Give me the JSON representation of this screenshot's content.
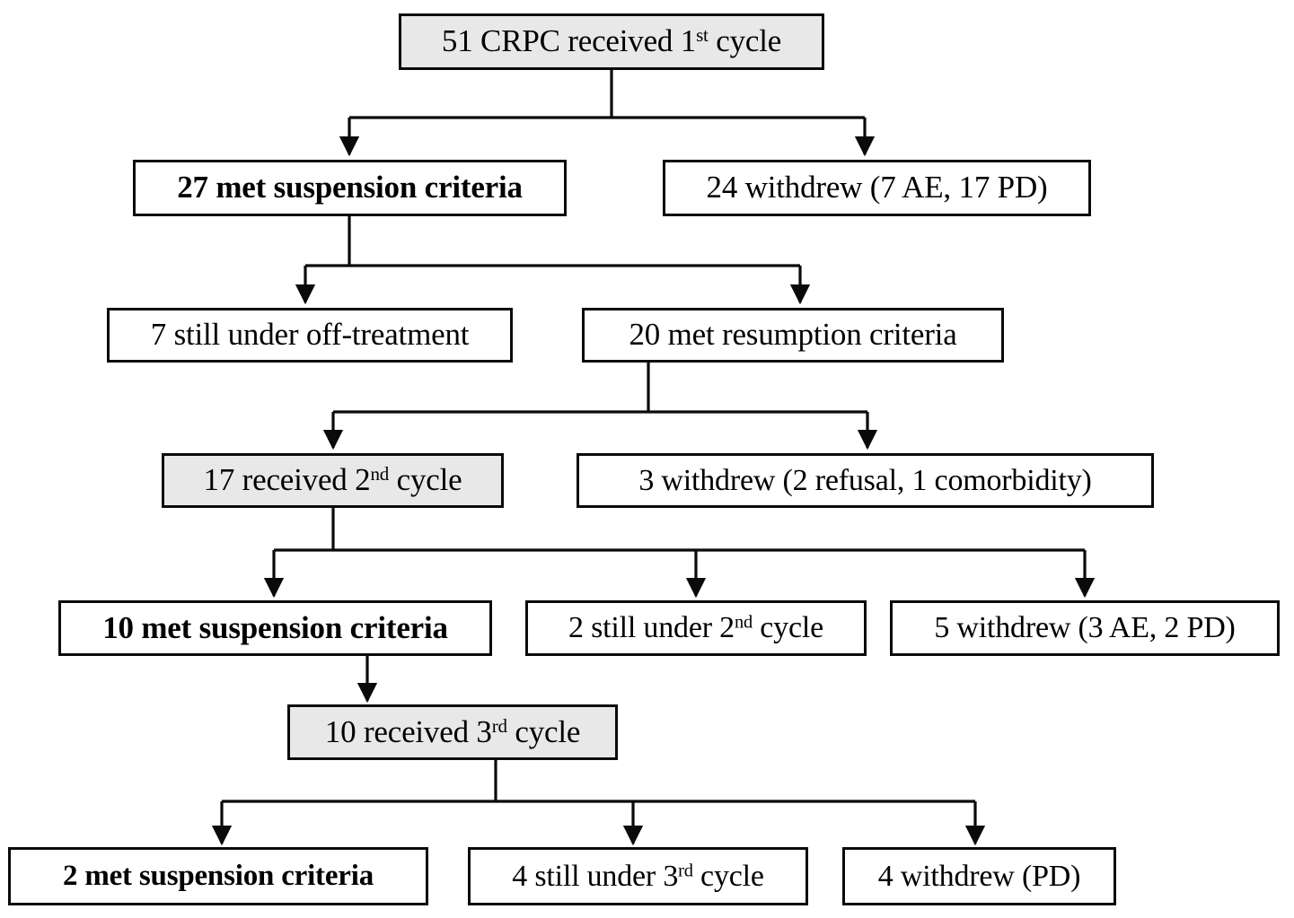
{
  "diagram": {
    "type": "flowchart",
    "title": "CRPC intermittent treatment cycle flow",
    "colors": {
      "line": "#0a0a0a",
      "box_fill_default": "#ffffff",
      "box_fill_shaded": "#e8e8e8",
      "text": "#000000"
    },
    "nodes": [
      {
        "id": "n1",
        "text_plain": "51 CRPC received 1st cycle",
        "count": 51,
        "prefix": "51 CRPC received 1",
        "sup": "st",
        "suffix": " cycle",
        "style": "shaded",
        "bold": false
      },
      {
        "id": "n2",
        "text_plain": "27 met suspension criteria",
        "count": 27,
        "prefix": "27 met suspension criteria",
        "sup": "",
        "suffix": "",
        "style": "plain",
        "bold": true
      },
      {
        "id": "n3",
        "text_plain": "24 withdrew (7 AE, 17 PD)",
        "count": 24,
        "prefix": "24 withdrew (7 AE, 17 PD)",
        "sup": "",
        "suffix": "",
        "style": "plain",
        "bold": false
      },
      {
        "id": "n4",
        "text_plain": "7 still under off-treatment",
        "count": 7,
        "prefix": "7 still under off-treatment",
        "sup": "",
        "suffix": "",
        "style": "plain",
        "bold": false
      },
      {
        "id": "n5",
        "text_plain": "20 met resumption criteria",
        "count": 20,
        "prefix": "20 met resumption criteria",
        "sup": "",
        "suffix": "",
        "style": "plain",
        "bold": false
      },
      {
        "id": "n6",
        "text_plain": "17 received 2nd cycle",
        "count": 17,
        "prefix": "17 received 2",
        "sup": "nd",
        "suffix": " cycle",
        "style": "shaded",
        "bold": false
      },
      {
        "id": "n7",
        "text_plain": "3 withdrew (2 refusal, 1 comorbidity)",
        "count": 3,
        "prefix": "3 withdrew (2 refusal, 1 comorbidity)",
        "sup": "",
        "suffix": "",
        "style": "plain",
        "bold": false
      },
      {
        "id": "n8",
        "text_plain": "10 met suspension criteria",
        "count": 10,
        "prefix": "10 met suspension criteria",
        "sup": "",
        "suffix": "",
        "style": "plain",
        "bold": true
      },
      {
        "id": "n9",
        "text_plain": "2 still under 2nd cycle",
        "count": 2,
        "prefix": "2 still under 2",
        "sup": "nd",
        "suffix": " cycle",
        "style": "plain",
        "bold": false
      },
      {
        "id": "n10",
        "text_plain": "5 withdrew (3 AE, 2 PD)",
        "count": 5,
        "prefix": "5 withdrew (3 AE, 2 PD)",
        "sup": "",
        "suffix": "",
        "style": "plain",
        "bold": false
      },
      {
        "id": "n11",
        "text_plain": "10 received 3rd cycle",
        "count": 10,
        "prefix": "10 received 3",
        "sup": "rd",
        "suffix": " cycle",
        "style": "shaded",
        "bold": false
      },
      {
        "id": "n12",
        "text_plain": "2 met suspension criteria",
        "count": 2,
        "prefix": "2 met suspension criteria",
        "sup": "",
        "suffix": "",
        "style": "plain",
        "bold": true
      },
      {
        "id": "n13",
        "text_plain": "4 still under 3rd cycle",
        "count": 4,
        "prefix": "4 still under 3",
        "sup": "rd",
        "suffix": " cycle",
        "style": "plain",
        "bold": false
      },
      {
        "id": "n14",
        "text_plain": "4 withdrew (PD)",
        "count": 4,
        "prefix": "4 withdrew (PD)",
        "sup": "",
        "suffix": "",
        "style": "plain",
        "bold": false
      }
    ],
    "edges": [
      {
        "from": "n1",
        "to": "n2"
      },
      {
        "from": "n1",
        "to": "n3"
      },
      {
        "from": "n2",
        "to": "n4"
      },
      {
        "from": "n2",
        "to": "n5"
      },
      {
        "from": "n5",
        "to": "n6"
      },
      {
        "from": "n5",
        "to": "n7"
      },
      {
        "from": "n6",
        "to": "n8"
      },
      {
        "from": "n6",
        "to": "n9"
      },
      {
        "from": "n6",
        "to": "n10"
      },
      {
        "from": "n8",
        "to": "n11"
      },
      {
        "from": "n11",
        "to": "n12"
      },
      {
        "from": "n11",
        "to": "n13"
      },
      {
        "from": "n11",
        "to": "n14"
      }
    ]
  }
}
